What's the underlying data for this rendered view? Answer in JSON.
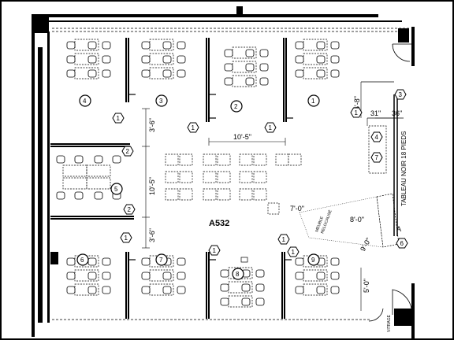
{
  "room": {
    "label": "A532"
  },
  "dimensions": [
    "3'-6\"",
    "10'-5\"",
    "3'-6\"",
    "10'-5\"",
    "6'-8\"",
    "31\"",
    "36\"",
    "7'-0\"",
    "8'-0\"",
    "9'-0\"",
    "5'-0\""
  ],
  "board_label": "TABLEAU NOIR 18 PIEDS",
  "mobile_label": [
    "MEUBLE",
    "RELOCALISÉ"
  ],
  "corner_label": "A",
  "vitrage_label": "VITRAGE",
  "circle_tags": [
    "4",
    "3",
    "2",
    "1",
    "5",
    "6",
    "7",
    "8",
    "9"
  ],
  "hex_tags": [
    "1",
    "1",
    "1",
    "1",
    "2",
    "2",
    "1",
    "1",
    "1",
    "1",
    "3",
    "4",
    "7",
    "6"
  ]
}
